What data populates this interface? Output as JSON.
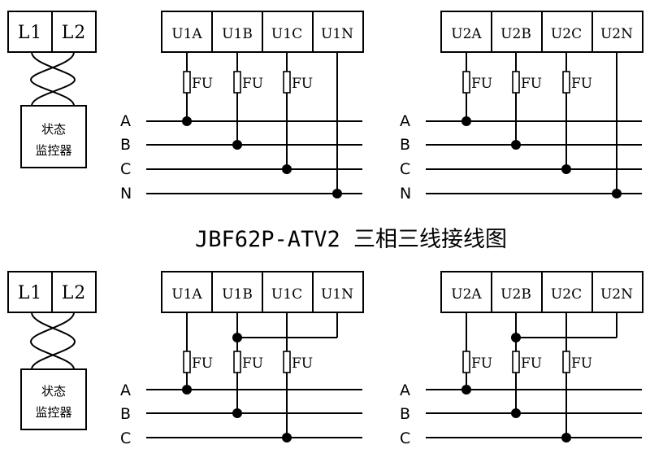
{
  "title": "JBF62P-ATV2 三相三线接线图",
  "phases": [
    "A",
    "B",
    "C",
    "N"
  ],
  "fuse_label": "FU",
  "status_terminals": [
    "L1",
    "L2"
  ],
  "status_monitor": [
    "状态",
    "监控器"
  ],
  "terminal_groups": [
    [
      "U1A",
      "U1B",
      "U1C",
      "U1N"
    ],
    [
      "U2A",
      "U2B",
      "U2C",
      "U2N"
    ]
  ]
}
